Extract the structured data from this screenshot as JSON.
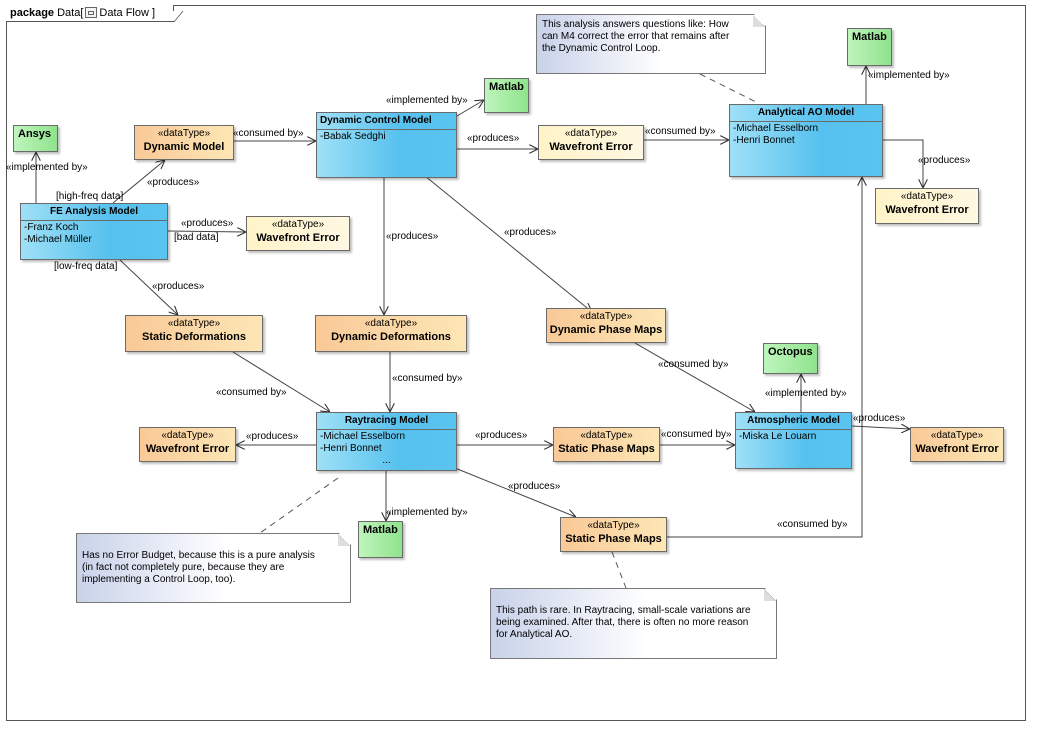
{
  "frame": {
    "keyword": "package",
    "name": "Data",
    "diagram_name": "Data Flow"
  },
  "classes": {
    "fe": {
      "name": "FE Analysis Model",
      "attrs": [
        "-Franz Koch",
        "-Michael Müller"
      ]
    },
    "dcm": {
      "name": "Dynamic Control Model",
      "attrs": [
        "-Babak Sedghi"
      ]
    },
    "aao": {
      "name": "Analytical AO Model",
      "attrs": [
        "-Michael Esselborn",
        "-Henri Bonnet"
      ]
    },
    "ray": {
      "name": "Raytracing Model",
      "attrs": [
        "-Michael Esselborn",
        "-Henri Bonnet",
        "..."
      ]
    },
    "atm": {
      "name": "Atmospheric Model",
      "attrs": [
        "-Miska Le Louarn"
      ]
    }
  },
  "datatypes": {
    "stereotype": "«dataType»",
    "dyn_model": "Dynamic Model",
    "wfe_fe": "Wavefront Error",
    "wfe_dcm": "Wavefront Error",
    "wfe_aao": "Wavefront Error",
    "wfe_ray": "Wavefront Error",
    "wfe_atm": "Wavefront Error",
    "static_def": "Static Deformations",
    "dyn_def": "Dynamic Deformations",
    "dyn_phase": "Dynamic Phase Maps",
    "static_phase_1": "Static Phase Maps",
    "static_phase_2": "Static Phase Maps"
  },
  "tools": {
    "ansys": "Ansys",
    "matlab_dcm": "Matlab",
    "matlab_aao": "Matlab",
    "matlab_ray": "Matlab",
    "octopus": "Octopus"
  },
  "labels": {
    "implemented_by": "«implemented by»",
    "consumed_by": "«consumed by»",
    "produces": "«produces»",
    "high_freq": "[high-freq data]",
    "bad_data": "[bad data]",
    "low_freq": "[low-freq data]"
  },
  "notes": {
    "aao": "This analysis answers questions like: How\ncan M4 correct the error that remains after\nthe Dynamic Control Loop.",
    "ray": "Has no Error Budget, because this is a pure analysis\n(in fact not completely pure, because they are\nimplementing a Control Loop, too).",
    "path": "This path is rare. In Raytracing, small-scale variations are\nbeing examined. After that, there is often no more reason\nfor Analytical AO."
  }
}
